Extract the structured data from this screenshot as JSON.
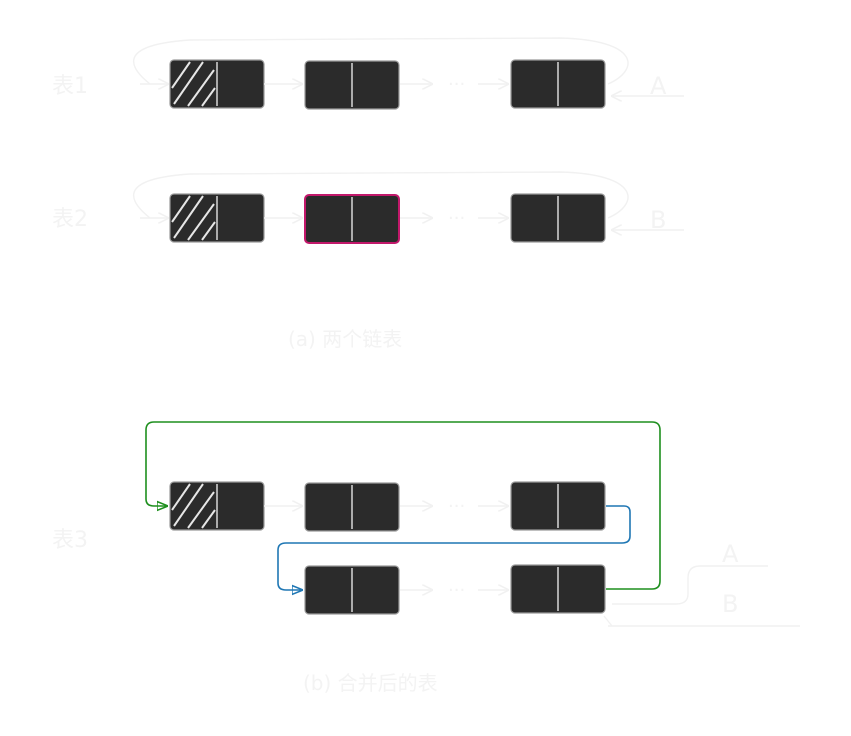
{
  "diagram_a": {
    "list1_label": "表1",
    "list2_label": "表2",
    "list1_pointer": "A",
    "list2_pointer": "B",
    "ellipsis": "···",
    "caption": "(a) 两个链表"
  },
  "diagram_b": {
    "list3_label": "表3",
    "pointer_a": "A",
    "pointer_b": "B",
    "ellipsis": "···",
    "caption": "(b) 合并后的表"
  },
  "colors": {
    "node_fill": "#2b2b2b",
    "highlight_node_border": "#c2186b",
    "green_link": "#1e8f1e",
    "blue_link": "#1f77b4",
    "faint_stroke": "#f1f1f1"
  }
}
